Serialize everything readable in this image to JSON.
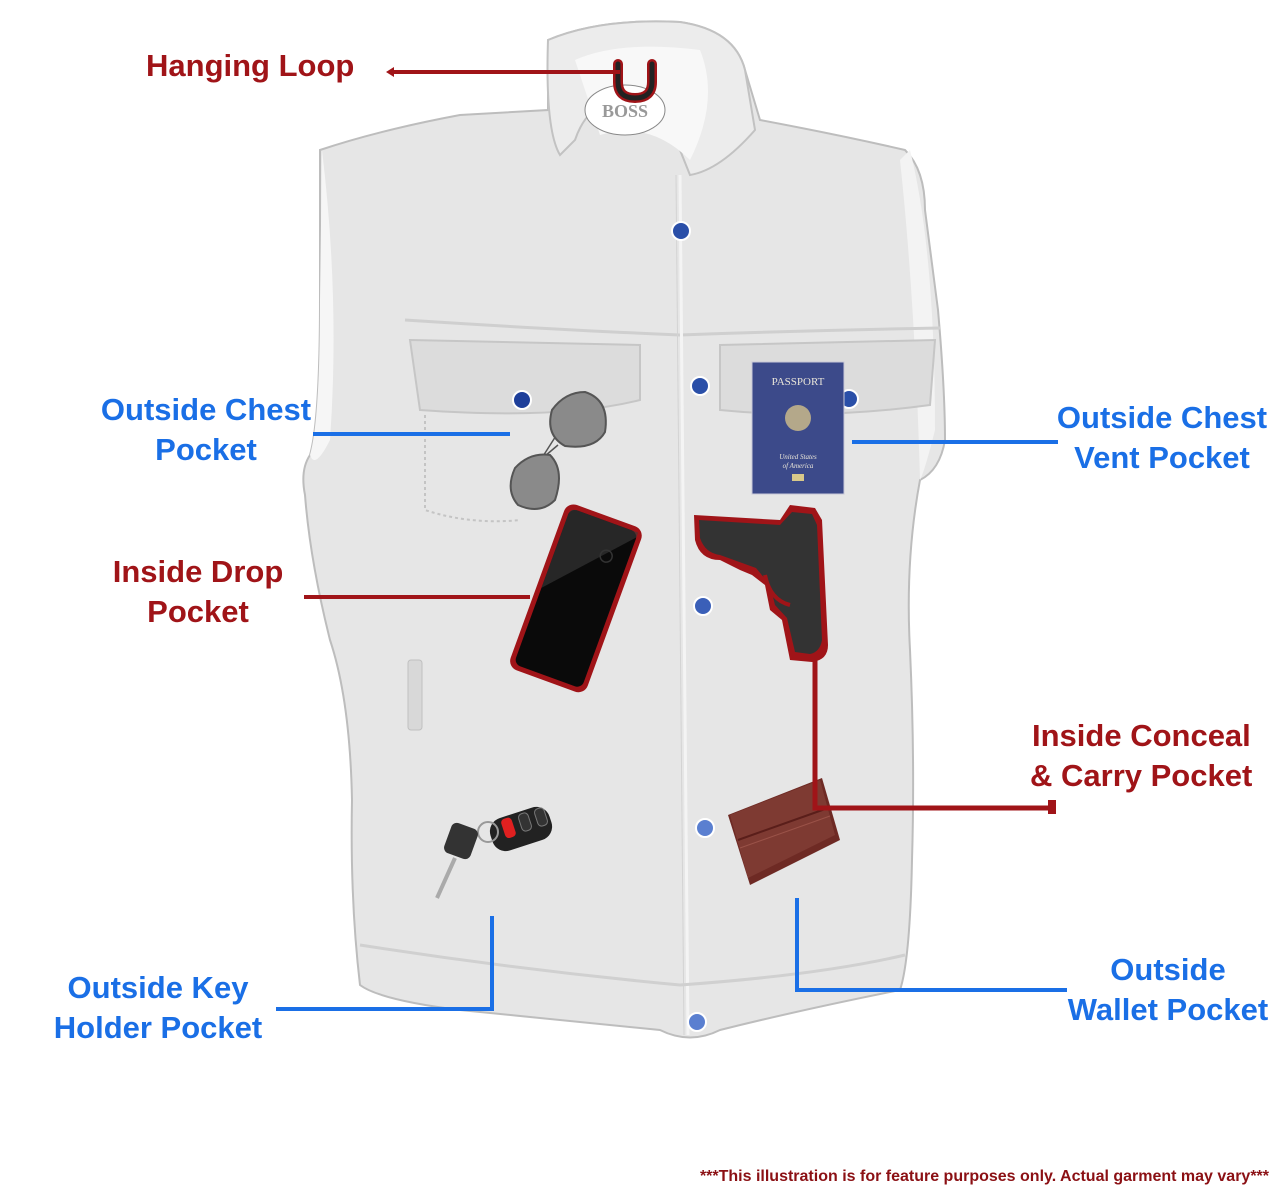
{
  "diagram": {
    "subject": "Vest pocket features illustration",
    "brand_tag": "BOSS",
    "colors": {
      "inside_feature": "#a01418",
      "outside_feature": "#1a6fe6",
      "vest_fabric": "#e4e4e4",
      "snap_button": "#2a4fa8"
    },
    "callouts": [
      {
        "id": "hanging-loop",
        "line1": "Hanging Loop",
        "line2": "",
        "type": "inside"
      },
      {
        "id": "outside-chest-pocket",
        "line1": "Outside Chest",
        "line2": "Pocket",
        "type": "outside"
      },
      {
        "id": "outside-chest-vent-pocket",
        "line1": "Outside Chest",
        "line2": "Vent Pocket",
        "type": "outside"
      },
      {
        "id": "inside-drop-pocket",
        "line1": "Inside Drop",
        "line2": "Pocket",
        "type": "inside"
      },
      {
        "id": "inside-conceal-carry-pocket",
        "line1": "Inside Conceal",
        "line2": "& Carry Pocket",
        "type": "inside"
      },
      {
        "id": "outside-key-holder-pocket",
        "line1": "Outside Key",
        "line2": "Holder Pocket",
        "type": "outside"
      },
      {
        "id": "outside-wallet-pocket",
        "line1": "Outside",
        "line2": "Wallet Pocket",
        "type": "outside"
      }
    ],
    "items": {
      "passport": {
        "title": "PASSPORT",
        "subtitle_1": "United States",
        "subtitle_2": "of America"
      },
      "sunglasses": "aviator-sunglasses",
      "phone": "smartphone",
      "pistol": "handgun",
      "keys": "car-key-fob",
      "wallet": "bifold-wallet"
    },
    "disclaimer": "***This illustration is for feature purposes only.  Actual garment may vary***"
  }
}
